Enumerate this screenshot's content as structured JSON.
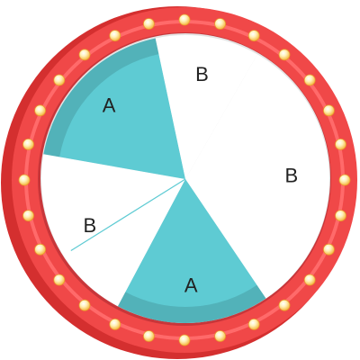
{
  "wheel": {
    "segments": [
      {
        "label": "B",
        "color": "#ffffff",
        "start_deg": -60,
        "end_deg": 56
      },
      {
        "label": "A",
        "color": "#5ecbd3",
        "start_deg": 56,
        "end_deg": 118
      },
      {
        "label": "B",
        "color": "#ffffff",
        "start_deg": 118,
        "end_deg": 190
      },
      {
        "label": "A",
        "color": "#5ecbd3",
        "start_deg": 190,
        "end_deg": 258
      },
      {
        "label": "B",
        "color": "#ffffff",
        "start_deg": 258,
        "end_deg": 300
      }
    ],
    "pointer_color": "#5ecbd3",
    "pointer_angle_deg": -32
  },
  "rim": {
    "color": "#f04848",
    "bulb_color": "#ffe08a",
    "bulb_count": 28
  }
}
